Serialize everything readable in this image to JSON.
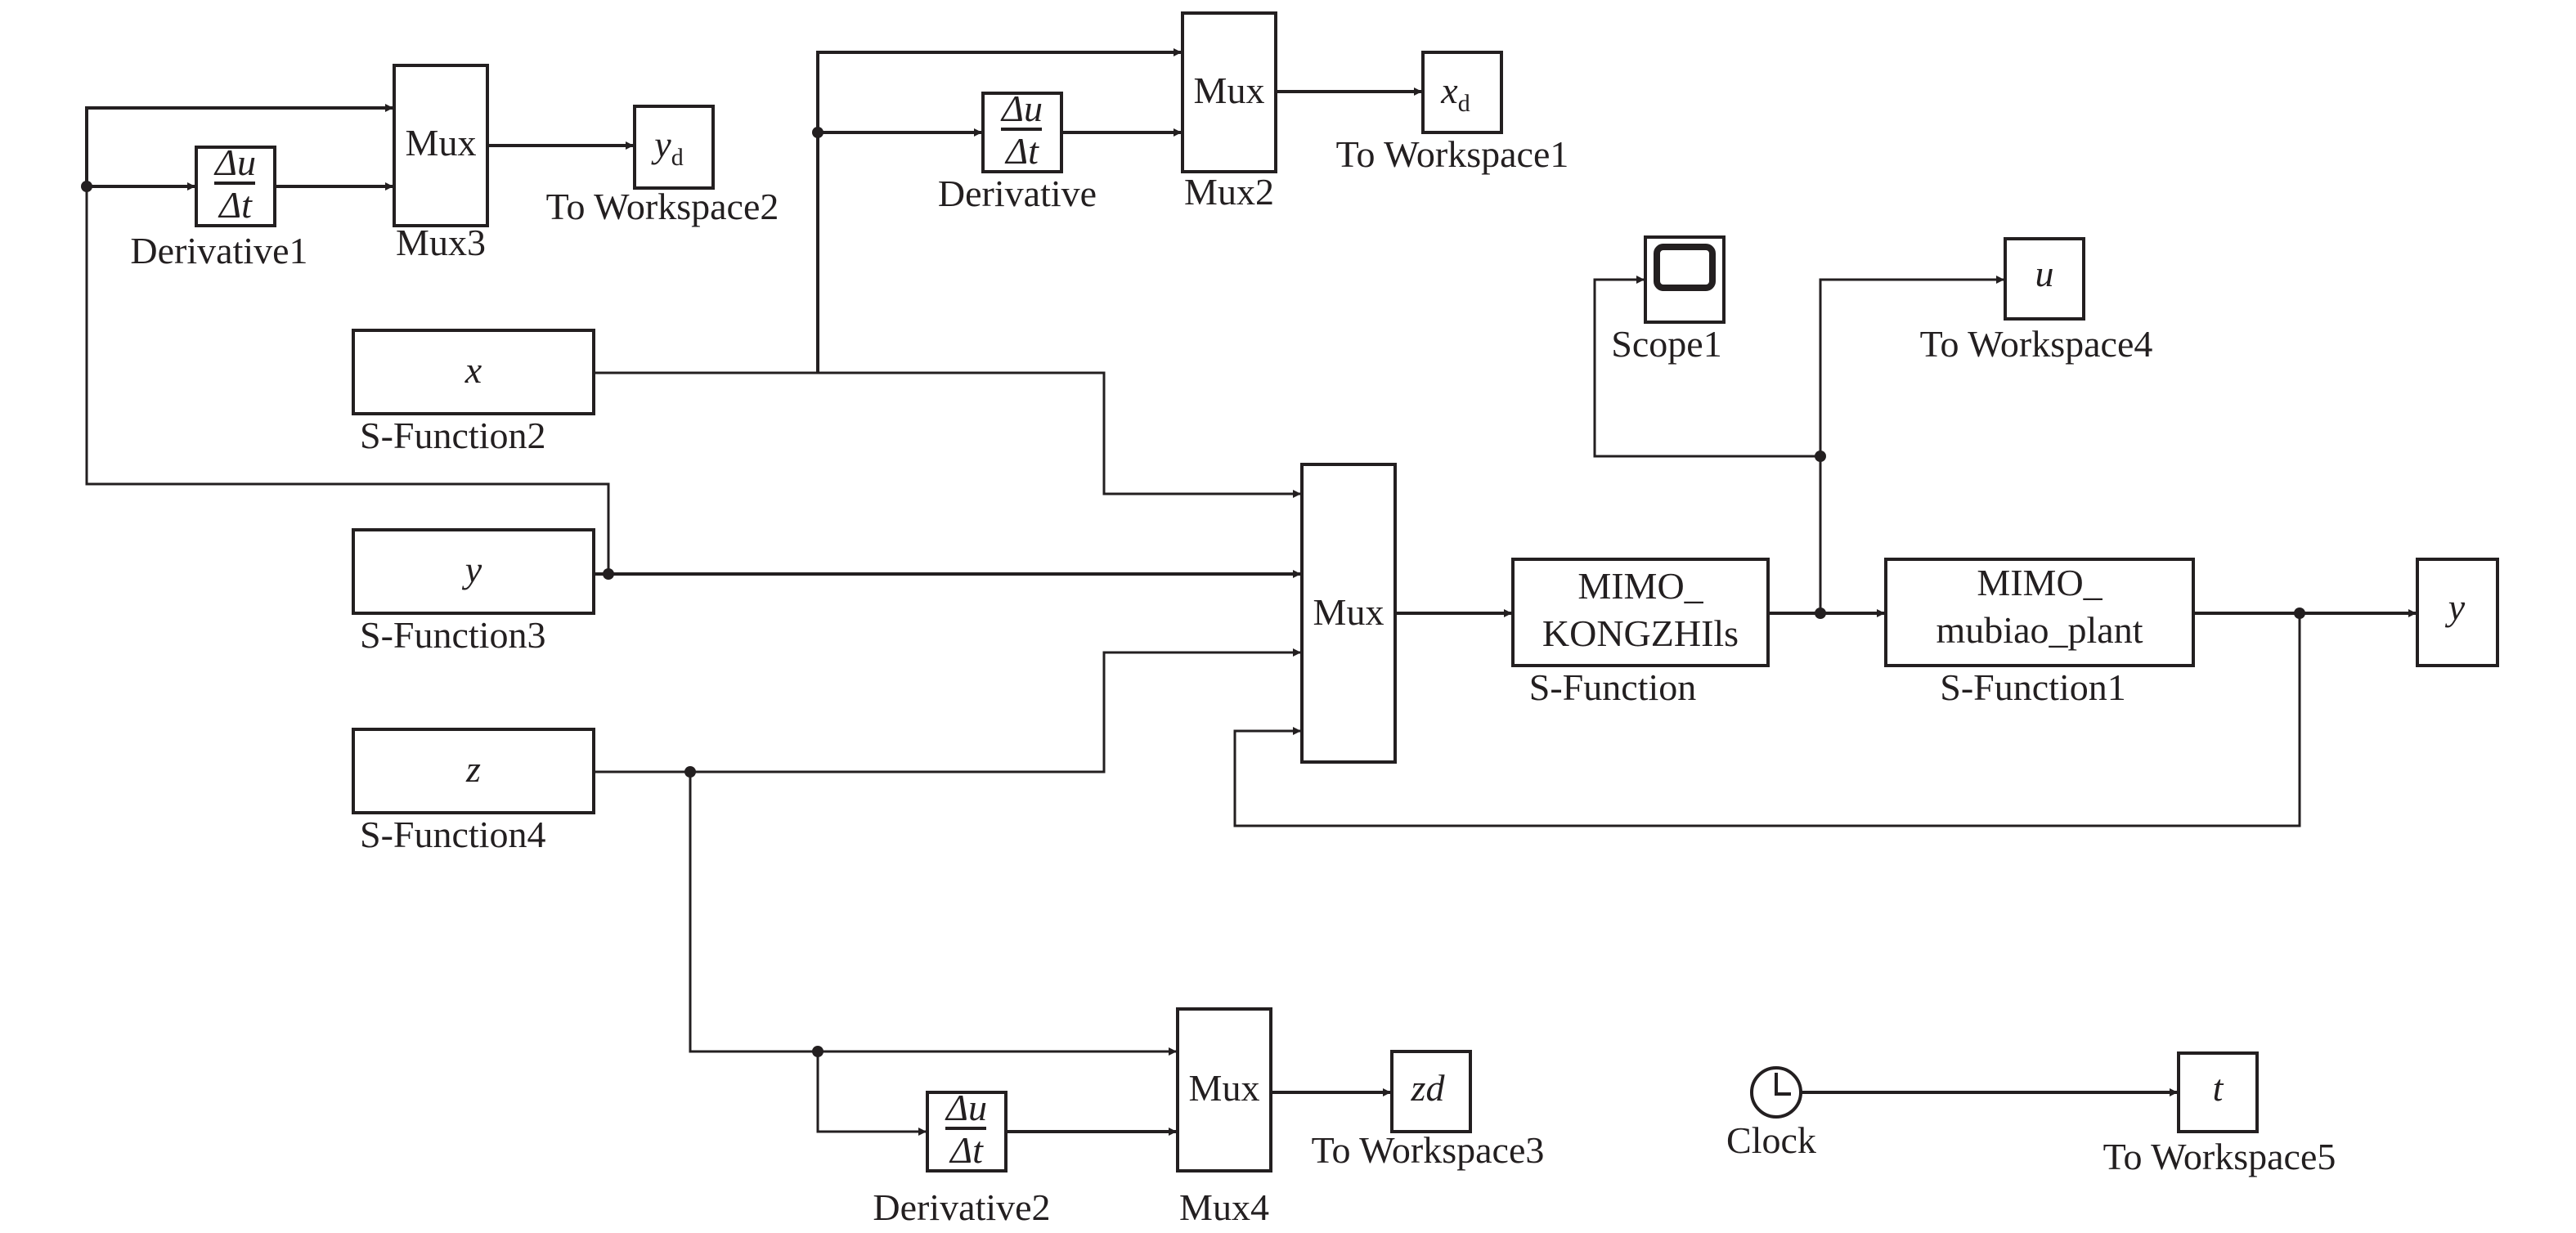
{
  "blocks": {
    "derivative1": {
      "label": "Derivative1",
      "num": "Δu",
      "den": "Δt"
    },
    "derivative": {
      "label": "Derivative",
      "num": "Δu",
      "den": "Δt"
    },
    "derivative2": {
      "label": "Derivative2",
      "num": "Δu",
      "den": "Δt"
    },
    "mux3": {
      "label": "Mux3",
      "text": "Mux"
    },
    "mux2": {
      "label": "Mux2",
      "text": "Mux"
    },
    "mux4": {
      "label": "Mux4",
      "text": "Mux"
    },
    "mux": {
      "text": "Mux"
    },
    "ws2": {
      "label": "To Workspace2",
      "var": "y",
      "sub": "d"
    },
    "ws1": {
      "label": "To Workspace1",
      "var": "x",
      "sub": "d"
    },
    "ws3": {
      "label": "To Workspace3",
      "var": "zd"
    },
    "ws4": {
      "label": "To Workspace4",
      "var": "u"
    },
    "ws5": {
      "label": "To Workspace5",
      "var": "t"
    },
    "sf2": {
      "label": "S-Function2",
      "text": "x"
    },
    "sf3": {
      "label": "S-Function3",
      "text": "y"
    },
    "sf4": {
      "label": "S-Function4",
      "text": "z"
    },
    "sf": {
      "label": "S-Function",
      "line1": "MIMO_",
      "line2": "KONGZHIls"
    },
    "sf1": {
      "label": "S-Function1",
      "line1": "MIMO_",
      "line2": "mubiao_plant"
    },
    "scope1": {
      "label": "Scope1"
    },
    "out_y": {
      "text": "y"
    },
    "clock": {
      "label": "Clock"
    }
  }
}
